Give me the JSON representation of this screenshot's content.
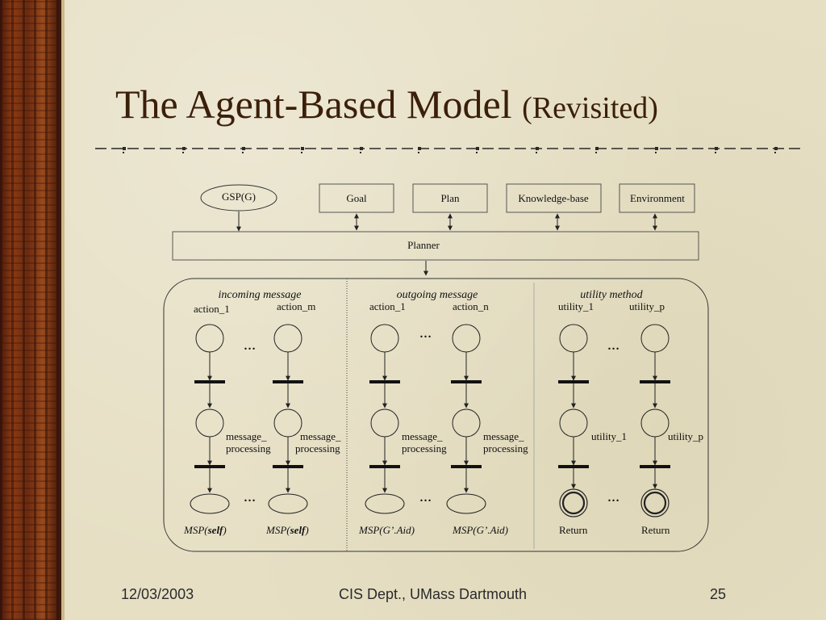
{
  "slide": {
    "title": "The Agent-Based Model",
    "title_suffix": "(Revisited)",
    "footer_date": "12/03/2003",
    "footer_center": "CIS Dept., UMass Dartmouth",
    "footer_page": "25"
  },
  "diagram": {
    "gsp": "GSP(G)",
    "goal": "Goal",
    "plan": "Plan",
    "knowledge_base": "Knowledge-base",
    "environment": "Environment",
    "planner": "Planner",
    "sections": {
      "incoming": "incoming message",
      "outgoing": "outgoing message",
      "utility": "utility method"
    },
    "action_1": "action_1",
    "action_m": "action_m",
    "action_n": "action_n",
    "utility_1": "utility_1",
    "utility_p": "utility_p",
    "message_": "message_",
    "processing": "processing",
    "ellipsis": "…",
    "msp_prefix": "MSP(",
    "msp_self": "self",
    "msp_suffix": ")",
    "msp_g_aid": "MSP(G’.Aid)",
    "return": "Return"
  }
}
